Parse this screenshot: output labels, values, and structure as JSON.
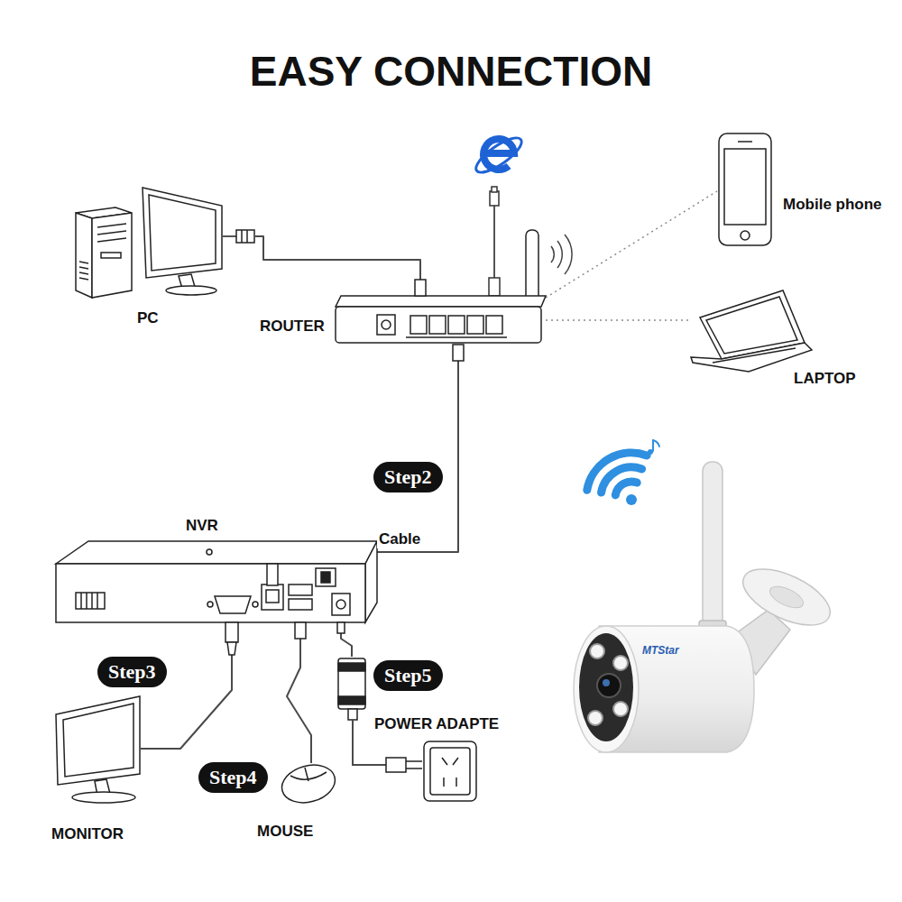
{
  "diagram": {
    "title": "EASY CONNECTION",
    "nodes": [
      {
        "text": [
          "PC"
        ]
      },
      {
        "text": [
          "ROUTER"
        ]
      },
      {
        "text": [
          "Mobile phone"
        ]
      },
      {
        "text": [
          "LAPTOP"
        ]
      },
      {
        "text": [
          "Step2"
        ]
      },
      {
        "text": [
          "NVR"
        ]
      },
      {
        "text": [
          "Step3"
        ]
      },
      {
        "text": [
          "MONITOR"
        ]
      },
      {
        "text": [
          "Step4"
        ]
      },
      {
        "text": [
          "MOUSE"
        ]
      },
      {
        "text": [
          "Step5"
        ]
      },
      {
        "text": [
          "POWER ADAPTE"
        ]
      }
    ],
    "edges": [
      {
        "from": 0,
        "to": 1,
        "arrow": "none"
      },
      {
        "from": 1,
        "to": 2,
        "arrow": "none"
      },
      {
        "from": 1,
        "to": 3,
        "arrow": "none"
      },
      {
        "from": 1,
        "to": 5,
        "label": "Cable",
        "arrow": "none"
      },
      {
        "from": 5,
        "to": 7,
        "arrow": "none"
      },
      {
        "from": 5,
        "to": 9,
        "arrow": "none"
      },
      {
        "from": 5,
        "to": 11,
        "arrow": "none"
      }
    ],
    "labels": [
      "MTStar"
    ]
  }
}
